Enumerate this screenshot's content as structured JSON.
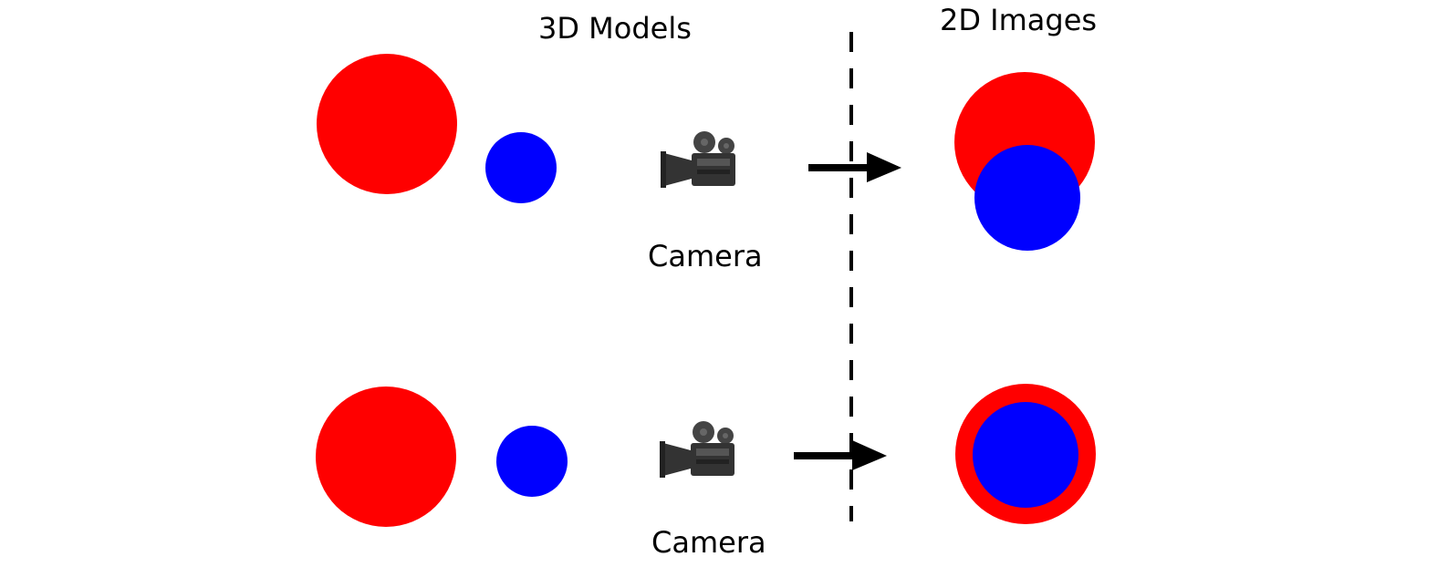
{
  "labels": {
    "left_heading": "3D Models",
    "right_heading": "2D Images",
    "camera_top": "Camera",
    "camera_bottom": "Camera"
  },
  "colors": {
    "large_sphere": "#ff0000",
    "small_sphere": "#0000ff",
    "camera": "#333333",
    "arrow": "#000000",
    "divider": "#000000"
  },
  "icons": {
    "camera": "movie-camera-icon",
    "arrow": "right-arrow-icon"
  }
}
